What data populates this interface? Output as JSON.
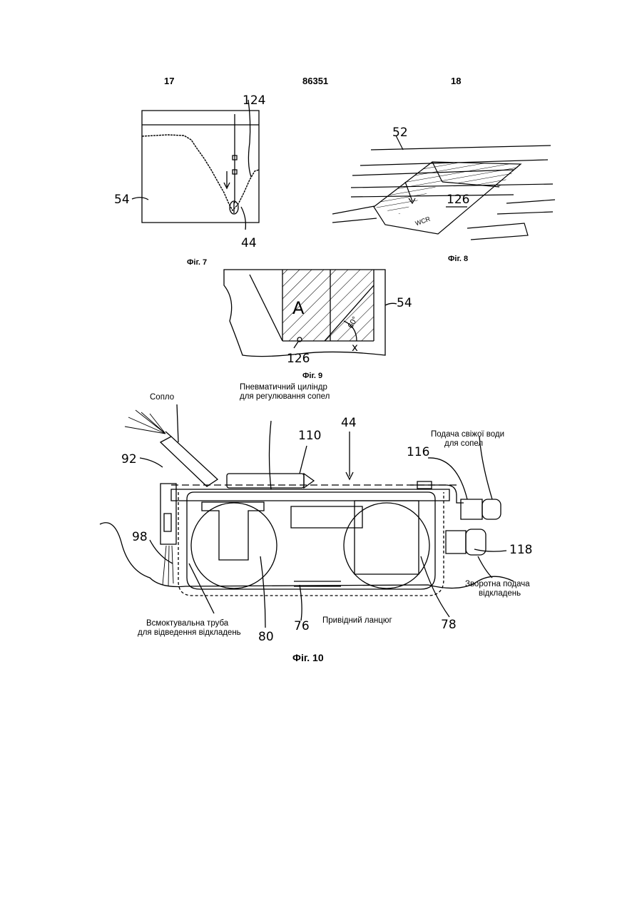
{
  "header": {
    "page_left": "17",
    "doc_number": "86351",
    "page_right": "18"
  },
  "fig7": {
    "caption": "Фіг. 7",
    "ref_124": "124",
    "ref_54": "54",
    "ref_44": "44"
  },
  "fig8": {
    "caption": "Фіг. 8",
    "ref_52": "52",
    "ref_126": "126",
    "inscription": "WCR"
  },
  "fig9": {
    "caption": "Фіг. 9",
    "label_a": "A",
    "ref_54": "54",
    "ref_126": "126",
    "angle": "60°",
    "label_x": "x"
  },
  "fig10": {
    "caption": "Фіг. 10",
    "label_nozzle": "Сопло",
    "label_cylinder_1": "Пневматичний циліндр",
    "label_cylinder_2": "для регулювання сопел",
    "label_water_1": "Подача свіжої води",
    "label_water_2": "для сопел",
    "label_return_1": "Зворотна подача",
    "label_return_2": "відкладень",
    "label_suction_1": "Всмоктувальна труба",
    "label_suction_2": "для відведення відкладень",
    "label_chain": "Привідний ланцюг",
    "ref_110": "110",
    "ref_44": "44",
    "ref_92": "92",
    "ref_116": "116",
    "ref_98": "98",
    "ref_118": "118",
    "ref_80": "80",
    "ref_76": "76",
    "ref_78": "78"
  }
}
